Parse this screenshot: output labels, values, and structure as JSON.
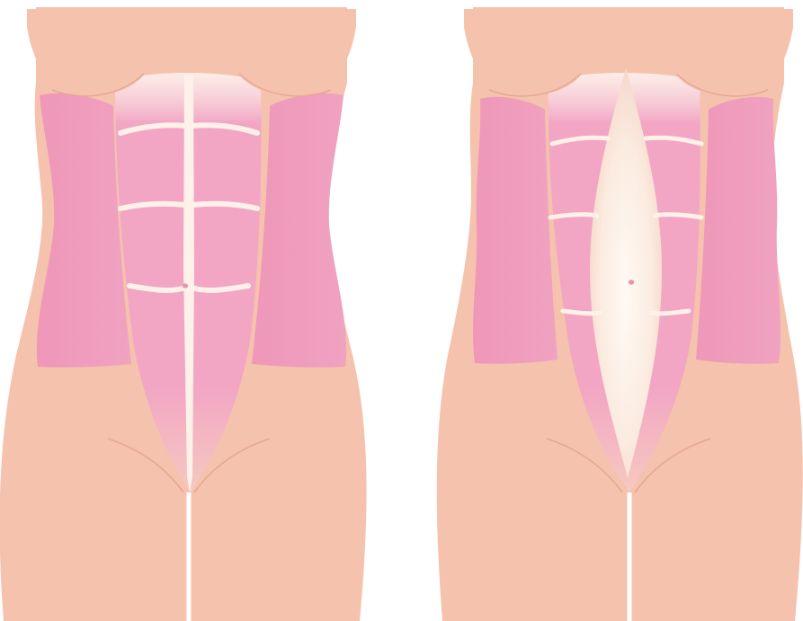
{
  "illustration": {
    "figures": [
      {
        "id": "normal-abdomen",
        "variant": "normal"
      },
      {
        "id": "separated-abdomen",
        "variant": "diastasis"
      }
    ]
  },
  "palette": {
    "skin": "#f5c2ad",
    "skin_shadow": "#e6a892",
    "muscle": "#ee9dbc",
    "muscle_light": "#f6c3d6",
    "linea": "#fdf1ea",
    "navel": "#e795ac"
  }
}
